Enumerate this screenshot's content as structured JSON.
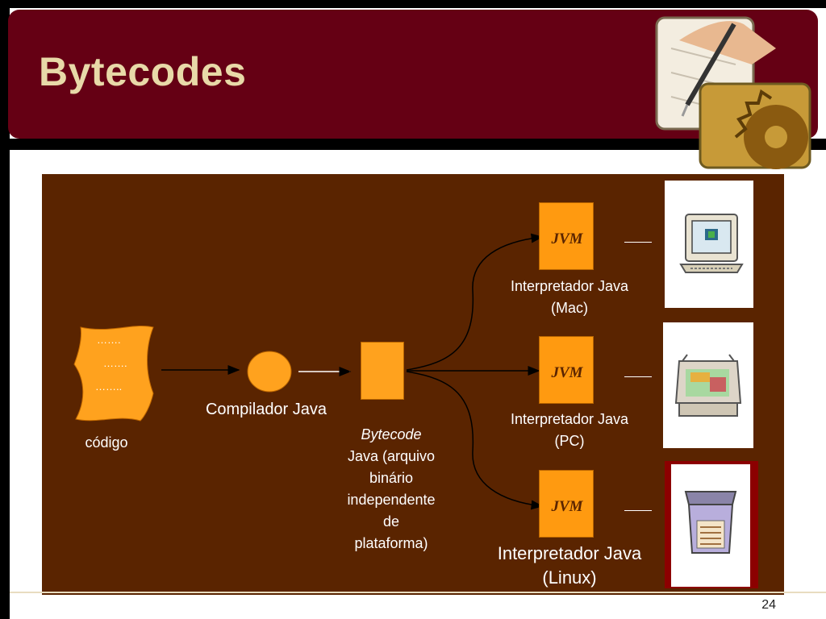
{
  "slide": {
    "title": "Bytecodes",
    "page_number": "24"
  },
  "diagram": {
    "source": {
      "dots": [
        "…….",
        "…….",
        "…….."
      ],
      "label": "código"
    },
    "compiler_label": "Compilador Java",
    "bytecode": {
      "line1": "Bytecode",
      "line2": "Java (arquivo",
      "line3": "binário",
      "line4": "independente",
      "line5": "de",
      "line6": "plataforma)"
    },
    "jvms": [
      {
        "box": "JVM",
        "line1": "Interpretador Java",
        "line2": "(Mac)",
        "icon": "mac-computer-icon"
      },
      {
        "box": "JVM",
        "line1": "Interpretador Java",
        "line2": "(PC)",
        "icon": "pc-computer-icon"
      },
      {
        "box": "JVM",
        "line1": "Interpretador Java",
        "line2": "(Linux)",
        "icon": "linux-computer-icon"
      }
    ]
  },
  "colors": {
    "header": "#650014",
    "title": "#e8d9a8",
    "panel": "#5a2400",
    "orange": "#ff9a10"
  }
}
